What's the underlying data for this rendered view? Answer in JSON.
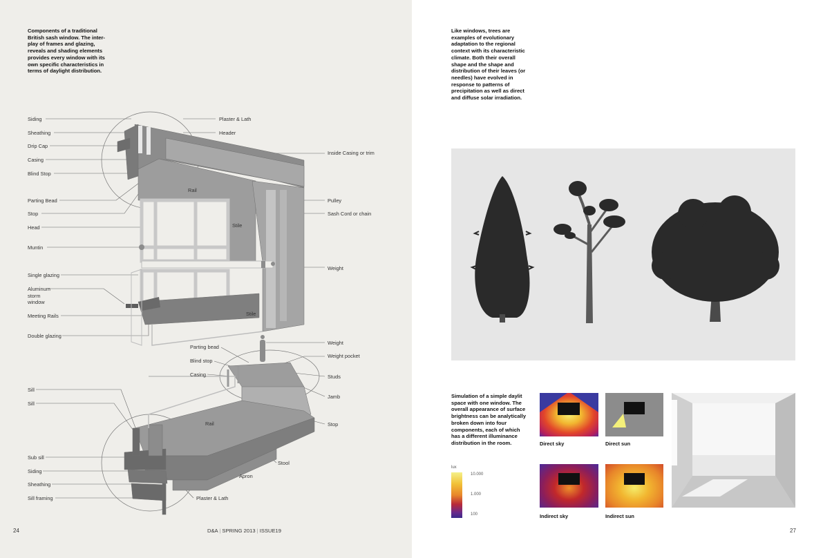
{
  "left_page": {
    "caption": "Components of a traditional British sash window. The inter-play of frames and glazing, reveals and shading elements provides every window with its own specific characteristics in terms of daylight distribution.",
    "labels_left": [
      "Siding",
      "Sheathing",
      "Drip Cap",
      "Casing",
      "Blind Stop",
      "Parting Bead",
      "Stop",
      "Head",
      "Muntin",
      "Single glazing",
      "Aluminum storm window",
      "Meeting Rails",
      "Double glazing",
      "Sill",
      "Sill",
      "Sub sill",
      "Siding",
      "Sheathing",
      "Sill framing"
    ],
    "labels_right": [
      "Plaster & Lath",
      "Header",
      "Inside Casing or trim",
      "Pulley",
      "Sash Cord or chain",
      "Weight",
      "Weight",
      "Weight pocket",
      "Studs",
      "Jamb",
      "Stop",
      "Stool",
      "Apron",
      "Plaster & Lath"
    ],
    "labels_inner": [
      "Rail",
      "Stile",
      "Stile",
      "Parting bead",
      "Blind stop",
      "Casing",
      "Rail"
    ],
    "page_number": "24"
  },
  "footer": {
    "journal": "D&A",
    "issue_date": "SPRING 2013",
    "issue": "ISSUE19"
  },
  "right_page": {
    "caption_top": "Like windows, trees are examples of evolutionary adaptation to the regional context with its characteristic climate. Both their overall shape and the shape and distribution of their leaves (or needles) have evolved in response to patterns of precipitation as well as direct and diffuse solar irradiation.",
    "caption_bottom": "Simulation of a simple daylit space with one window. The overall appearance of surface brightness can be analytically broken down into four components, each of which has a different illuminance distribution in the room.",
    "legend": {
      "unit": "lux",
      "ticks": [
        "10.000",
        "1.000",
        "100"
      ]
    },
    "panels": [
      "Direct sky",
      "Direct sun",
      "Indirect sky",
      "Indirect sun"
    ],
    "page_number": "27"
  },
  "colors": {
    "page_left_bg": "#efeeea",
    "page_right_bg": "#ffffff",
    "tree_panel_bg": "#e6e6e6",
    "tree_fill": "#2a2a2a",
    "window_grey": "#8c8c8c"
  }
}
